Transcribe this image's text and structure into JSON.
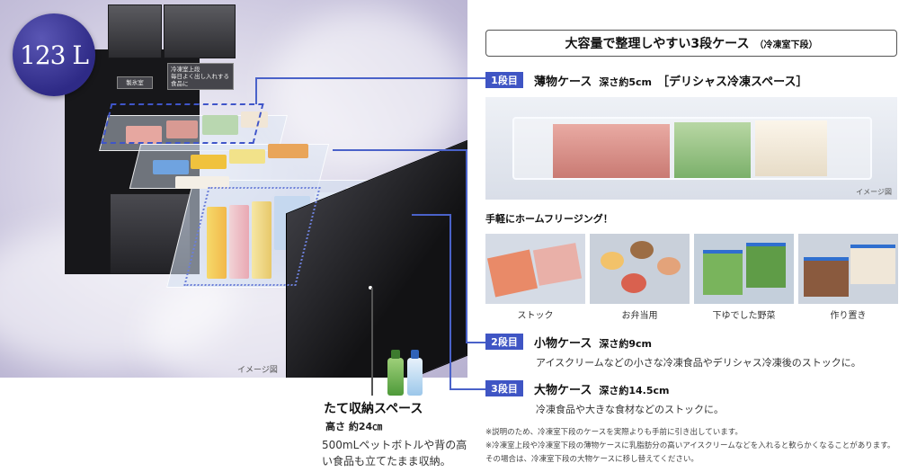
{
  "capacity_badge": "123 L",
  "fridge_labels": {
    "ice": "製氷室",
    "upper_freezer": "冷凍室上段\n毎日よく出し入れする食品に"
  },
  "left_image_note": "イメージ図",
  "header": {
    "title": "大容量で整理しやすい3段ケース",
    "subtitle": "（冷凍室下段）"
  },
  "tiers": [
    {
      "badge": "1段目",
      "name": "薄物ケース",
      "depth": "深さ約5cm",
      "extra": "［デリシャス冷凍スペース］",
      "desc": ""
    },
    {
      "badge": "2段目",
      "name": "小物ケース",
      "depth": "深さ約9cm",
      "extra": "",
      "desc": "アイスクリームなどの小さな冷凍食品やデリシャス冷凍後のストックに。"
    },
    {
      "badge": "3段目",
      "name": "大物ケース",
      "depth": "深さ約14.5cm",
      "extra": "",
      "desc": "冷凍食品や大きな食材などのストックに。"
    }
  ],
  "case_photo_note": "イメージ図",
  "home_freezing_title": "手軽にホームフリージング！",
  "thumbnails": [
    {
      "label": "ストック"
    },
    {
      "label": "お弁当用"
    },
    {
      "label": "下ゆでした野菜"
    },
    {
      "label": "作り置き"
    }
  ],
  "vertical_storage": {
    "title": "たて収納スペース",
    "height": "高さ 約24㎝",
    "desc": "500mLペットボトルや背の高い食品も立てたまま収納。"
  },
  "notes": [
    "※説明のため、冷凍室下段のケースを実際よりも手前に引き出しています。",
    "※冷凍室上段や冷凍室下段の薄物ケースに乳脂肪分の高いアイスクリームなどを入れると軟らかくなることがあります。その場合は、冷凍室下段の大物ケースに移し替えてください。"
  ],
  "colors": {
    "accent_blue": "#3f55c4",
    "badge_circle": "#2e2a86"
  }
}
